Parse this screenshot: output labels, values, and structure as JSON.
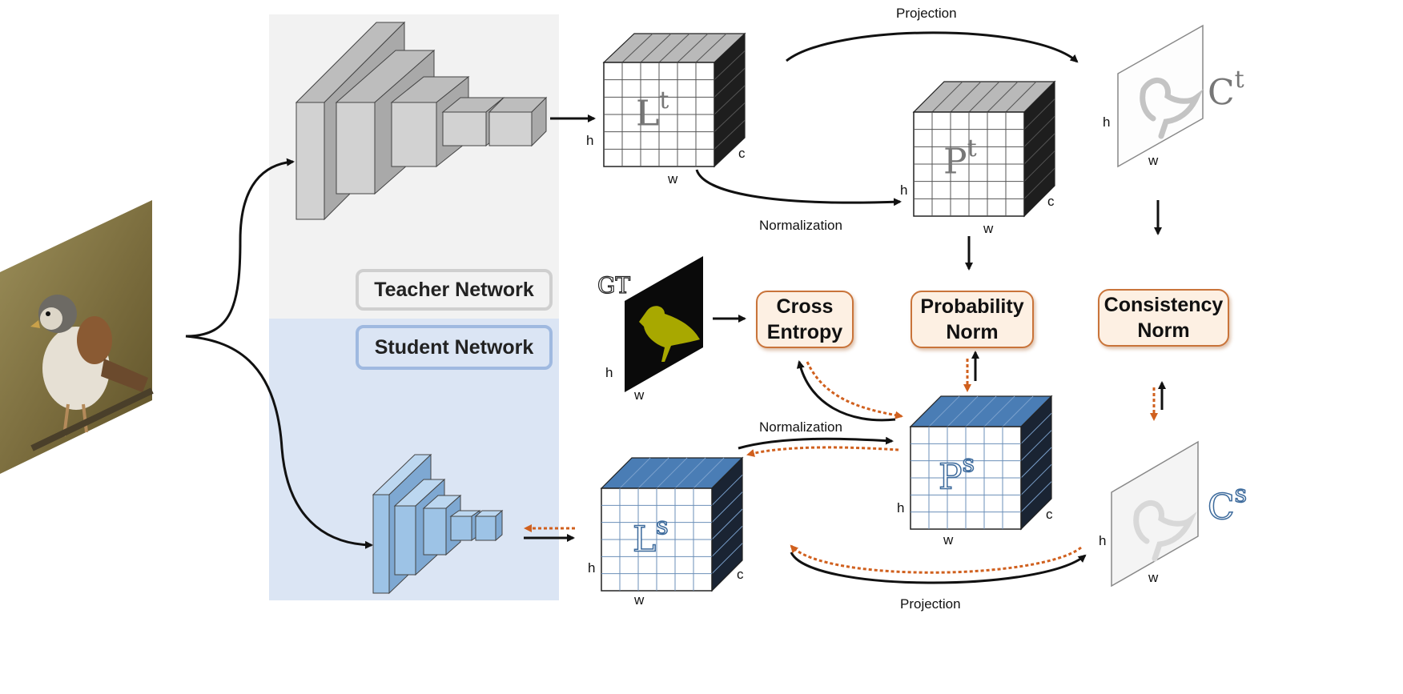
{
  "networks": {
    "teacher_label": "Teacher Network",
    "student_label": "Student Network"
  },
  "arrows": {
    "projection_top": "Projection",
    "projection_bottom": "Projection",
    "normalization_top": "Normalization",
    "normalization_bottom": "Normalization"
  },
  "tensors": {
    "teacher_logits": {
      "symbol": "L",
      "superscript": "t"
    },
    "teacher_prob": {
      "symbol": "P",
      "superscript": "t"
    },
    "teacher_consistency": {
      "symbol": "C",
      "superscript": "t"
    },
    "student_logits": {
      "symbol": "L",
      "superscript": "s"
    },
    "student_prob": {
      "symbol": "P",
      "superscript": "s"
    },
    "student_consistency": {
      "symbol": "C",
      "superscript": "s"
    },
    "ground_truth": "GT"
  },
  "dimensions": {
    "h": "h",
    "w": "w",
    "c": "c"
  },
  "losses": {
    "cross_entropy": [
      "Cross",
      "Entropy"
    ],
    "probability_norm": [
      "Probability",
      "Norm"
    ],
    "consistency_norm": [
      "Consistency",
      "Norm"
    ]
  },
  "colors": {
    "teacher_bg": "#f2f2f2",
    "student_bg": "#dbe5f4",
    "teacher_block": "#cfcfcf",
    "student_block": "#9dc3e6",
    "student_cube_top": "#4a7db5",
    "loss_fill": "#fdf0e3",
    "loss_border": "#c9743a",
    "gradient_arrow": "#d0601e",
    "gt_mask": "#a8a800"
  }
}
